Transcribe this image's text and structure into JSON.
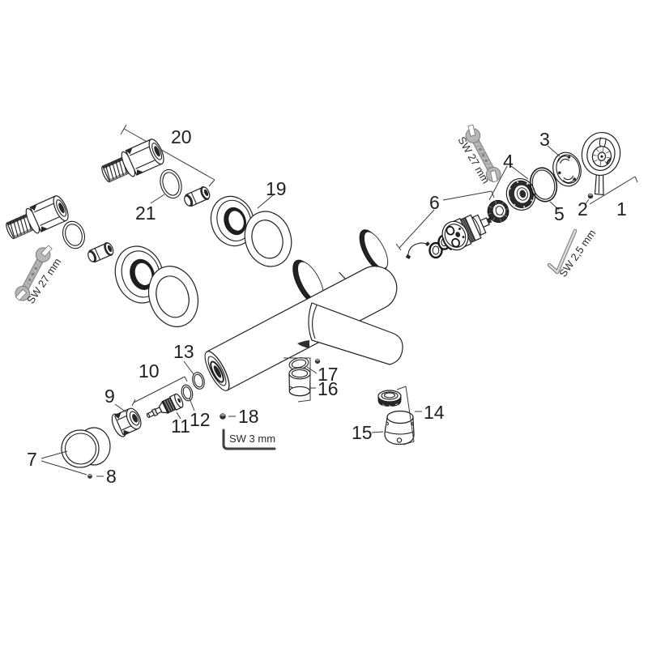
{
  "diagram": {
    "background": "#ffffff",
    "line_color": "#1f1f1f",
    "tool_color": "#b7b7b7"
  },
  "part_labels": {
    "p1": "1",
    "p2": "2",
    "p3": "3",
    "p4": "4",
    "p5": "5",
    "p6": "6",
    "p7": "7",
    "p8": "8",
    "p9": "9",
    "p10": "10",
    "p11": "11",
    "p12": "12",
    "p13": "13",
    "p14": "14",
    "p15": "15",
    "p16": "16",
    "p17": "17",
    "p18": "18",
    "p19": "19",
    "p20": "20",
    "p21": "21"
  },
  "tool_labels": {
    "wrench_left": "SW 27 mm",
    "wrench_right": "SW 27 mm",
    "allen_key_right": "SW 2,5 mm",
    "allen_key_bottom": "SW 3 mm"
  }
}
